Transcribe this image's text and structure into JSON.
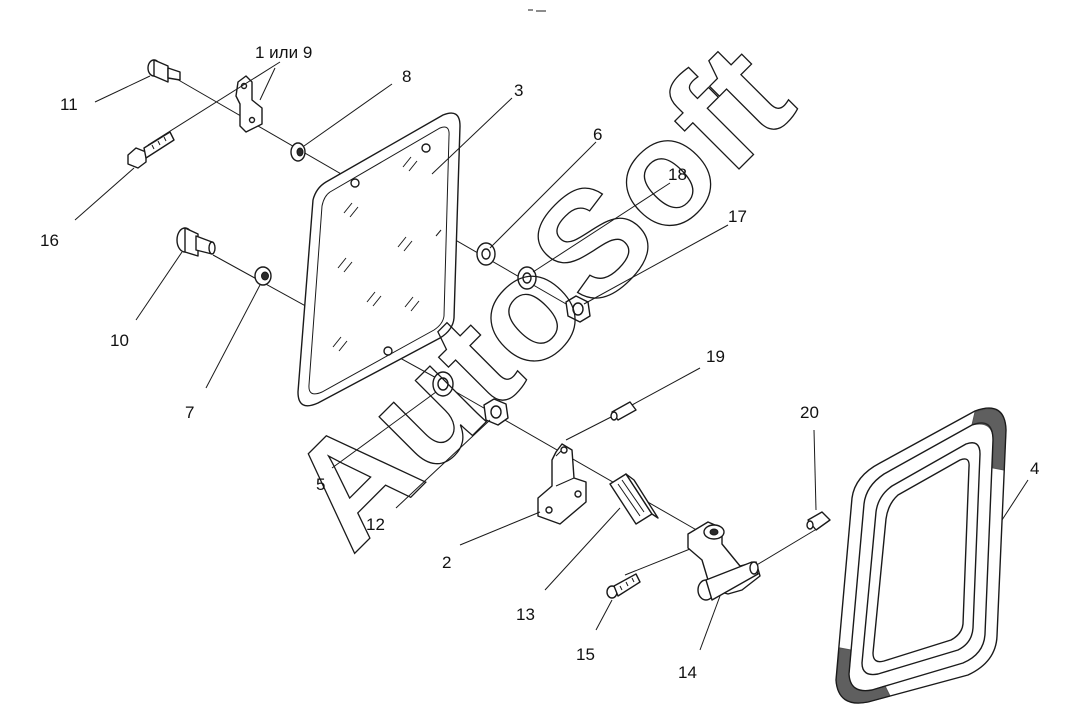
{
  "diagram": {
    "watermark": "AutoSoft",
    "labels": {
      "p1or9": "1 или 9",
      "p2": "2",
      "p3": "3",
      "p4": "4",
      "p5": "5",
      "p6": "6",
      "p7": "7",
      "p8": "8",
      "p10": "10",
      "p11": "11",
      "p12": "12",
      "p13": "13",
      "p14": "14",
      "p15": "15",
      "p16": "16",
      "p17": "17",
      "p18": "18",
      "p19": "19",
      "p20": "20"
    }
  }
}
